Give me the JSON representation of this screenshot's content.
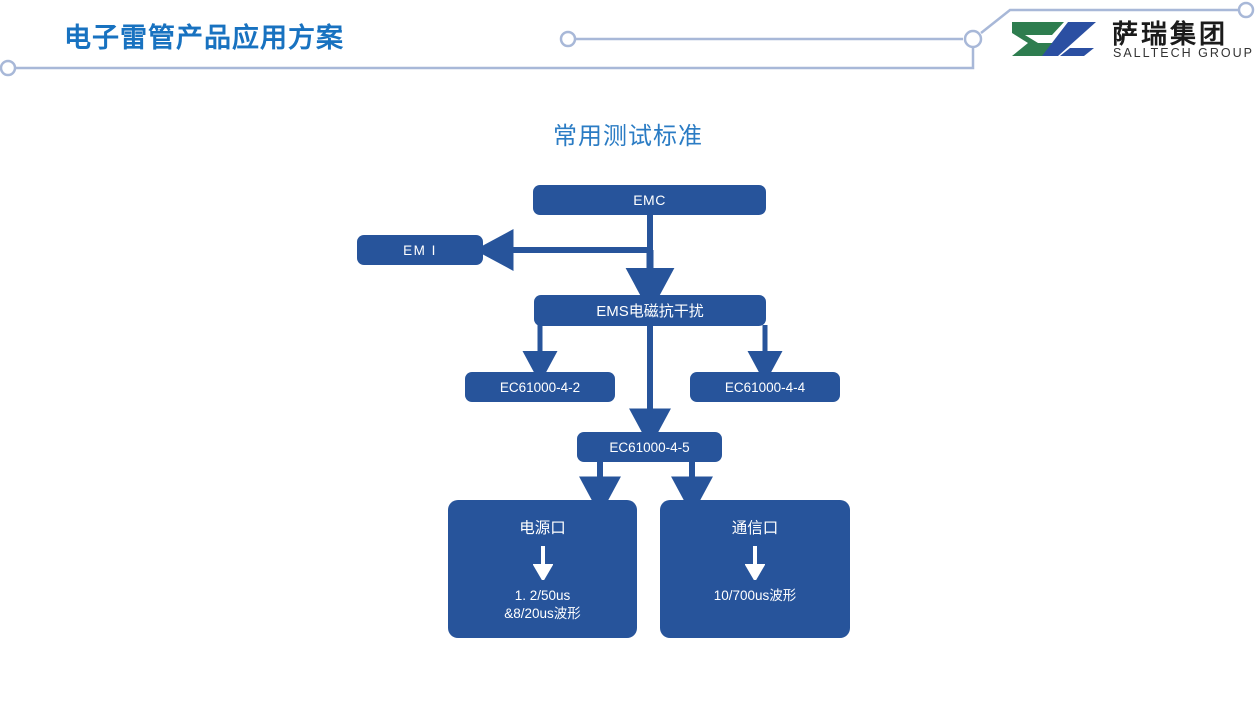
{
  "header": {
    "title": "电子雷管产品应用方案",
    "title_color": "#1872C0",
    "deco_color": "#A8B8D8"
  },
  "logo": {
    "mark_name": "salltech-logo-mark",
    "mark_green": "#2E7D4F",
    "mark_blue": "#2B4FA2",
    "name_cn": "萨瑞集团",
    "name_en": "SALLTECH GROUP"
  },
  "slide": {
    "title": "常用测试标准",
    "title_color": "#2B7CC4"
  },
  "diagram": {
    "node_fill": "#27549B",
    "node_text": "#FFFFFF",
    "edge_color": "#27549B",
    "nodes": [
      {
        "id": "emc",
        "label": "EMC"
      },
      {
        "id": "emi",
        "label": "EM I"
      },
      {
        "id": "ems",
        "label": "EMS电磁抗干扰"
      },
      {
        "id": "ec442",
        "label": "EC61000-4-2"
      },
      {
        "id": "ec444",
        "label": "EC61000-4-4"
      },
      {
        "id": "ec445",
        "label": "EC61000-4-5"
      },
      {
        "id": "power",
        "head": "电源口",
        "body": "1. 2/50us\n&8/20us波形"
      },
      {
        "id": "comm",
        "head": "通信口",
        "body": "10/700us波形"
      }
    ],
    "edges": [
      {
        "from": "emc",
        "to": "emi",
        "kind": "elbow-left"
      },
      {
        "from": "emc",
        "to": "ems",
        "kind": "down"
      },
      {
        "from": "ems",
        "to": "ec442",
        "kind": "down"
      },
      {
        "from": "ems",
        "to": "ec444",
        "kind": "down"
      },
      {
        "from": "ems",
        "to": "ec445",
        "kind": "down"
      },
      {
        "from": "ec445",
        "to": "power",
        "kind": "down"
      },
      {
        "from": "ec445",
        "to": "comm",
        "kind": "down"
      }
    ]
  }
}
